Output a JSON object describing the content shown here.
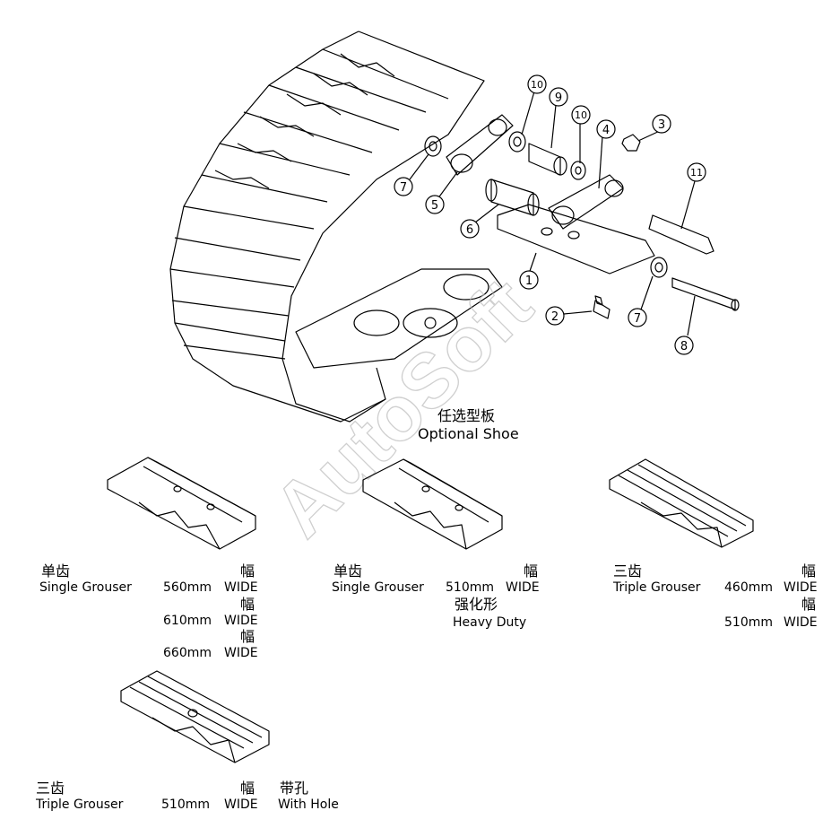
{
  "watermark": "AutoSoft",
  "callouts": [
    "1",
    "2",
    "3",
    "4",
    "5",
    "6",
    "7",
    "7",
    "8",
    "9",
    "10",
    "10",
    "11"
  ],
  "optional_shoe": {
    "zh": "任选型板",
    "en": "Optional Shoe"
  },
  "shoes": [
    {
      "zh": "单齿",
      "en": "Single Grouser",
      "widths": [
        {
          "zh": "幅",
          "size": "560mm",
          "wide": "WIDE"
        },
        {
          "zh": "幅",
          "size": "610mm",
          "wide": "WIDE"
        },
        {
          "zh": "幅",
          "size": "660mm",
          "wide": "WIDE"
        }
      ]
    },
    {
      "zh": "单齿",
      "en": "Single Grouser",
      "widths": [
        {
          "zh": "幅",
          "size": "510mm",
          "wide": "WIDE"
        }
      ],
      "note_zh": "强化形",
      "note_en": "Heavy Duty"
    },
    {
      "zh": "三齿",
      "en": "Triple Grouser",
      "widths": [
        {
          "zh": "幅",
          "size": "460mm",
          "wide": "WIDE"
        },
        {
          "zh": "幅",
          "size": "510mm",
          "wide": "WIDE"
        }
      ]
    },
    {
      "zh": "三齿",
      "en": "Triple Grouser",
      "widths": [
        {
          "zh": "幅",
          "size": "510mm",
          "wide": "WIDE"
        }
      ],
      "note_zh": "带孔",
      "note_en": "With Hole"
    }
  ]
}
